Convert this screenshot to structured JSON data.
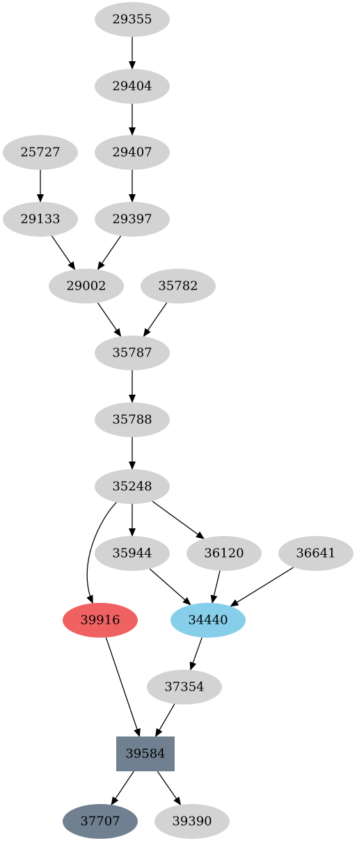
{
  "colors": {
    "default_node": "#d3d3d3",
    "highlight_red": "#f06262",
    "highlight_blue": "#87ceeb",
    "dark_slate": "#708090",
    "edge": "#000000"
  },
  "nodes": [
    {
      "id": "29355",
      "label": "29355",
      "shape": "ellipse",
      "color": "#d3d3d3"
    },
    {
      "id": "29404",
      "label": "29404",
      "shape": "ellipse",
      "color": "#d3d3d3"
    },
    {
      "id": "25727",
      "label": "25727",
      "shape": "ellipse",
      "color": "#d3d3d3"
    },
    {
      "id": "29407",
      "label": "29407",
      "shape": "ellipse",
      "color": "#d3d3d3"
    },
    {
      "id": "29133",
      "label": "29133",
      "shape": "ellipse",
      "color": "#d3d3d3"
    },
    {
      "id": "29397",
      "label": "29397",
      "shape": "ellipse",
      "color": "#d3d3d3"
    },
    {
      "id": "29002",
      "label": "29002",
      "shape": "ellipse",
      "color": "#d3d3d3"
    },
    {
      "id": "35782",
      "label": "35782",
      "shape": "ellipse",
      "color": "#d3d3d3"
    },
    {
      "id": "35787",
      "label": "35787",
      "shape": "ellipse",
      "color": "#d3d3d3"
    },
    {
      "id": "35788",
      "label": "35788",
      "shape": "ellipse",
      "color": "#d3d3d3"
    },
    {
      "id": "35248",
      "label": "35248",
      "shape": "ellipse",
      "color": "#d3d3d3"
    },
    {
      "id": "35944",
      "label": "35944",
      "shape": "ellipse",
      "color": "#d3d3d3"
    },
    {
      "id": "36120",
      "label": "36120",
      "shape": "ellipse",
      "color": "#d3d3d3"
    },
    {
      "id": "36641",
      "label": "36641",
      "shape": "ellipse",
      "color": "#d3d3d3"
    },
    {
      "id": "39916",
      "label": "39916",
      "shape": "ellipse",
      "color": "#f06262"
    },
    {
      "id": "34440",
      "label": "34440",
      "shape": "ellipse",
      "color": "#87ceeb"
    },
    {
      "id": "37354",
      "label": "37354",
      "shape": "ellipse",
      "color": "#d3d3d3"
    },
    {
      "id": "39584",
      "label": "39584",
      "shape": "box",
      "color": "#708090"
    },
    {
      "id": "37707",
      "label": "37707",
      "shape": "ellipse",
      "color": "#708090"
    },
    {
      "id": "39390",
      "label": "39390",
      "shape": "ellipse",
      "color": "#d3d3d3"
    }
  ],
  "edges": [
    {
      "from": "29355",
      "to": "29404"
    },
    {
      "from": "29404",
      "to": "29407"
    },
    {
      "from": "29407",
      "to": "29397"
    },
    {
      "from": "25727",
      "to": "29133"
    },
    {
      "from": "29133",
      "to": "29002"
    },
    {
      "from": "29397",
      "to": "29002"
    },
    {
      "from": "29002",
      "to": "35787"
    },
    {
      "from": "35782",
      "to": "35787"
    },
    {
      "from": "35787",
      "to": "35788"
    },
    {
      "from": "35788",
      "to": "35248"
    },
    {
      "from": "35248",
      "to": "39916"
    },
    {
      "from": "35248",
      "to": "35944"
    },
    {
      "from": "35248",
      "to": "36120"
    },
    {
      "from": "35944",
      "to": "34440"
    },
    {
      "from": "36120",
      "to": "34440"
    },
    {
      "from": "36641",
      "to": "34440"
    },
    {
      "from": "39916",
      "to": "39584"
    },
    {
      "from": "34440",
      "to": "37354"
    },
    {
      "from": "37354",
      "to": "39584"
    },
    {
      "from": "39584",
      "to": "37707"
    },
    {
      "from": "39584",
      "to": "39390"
    }
  ]
}
